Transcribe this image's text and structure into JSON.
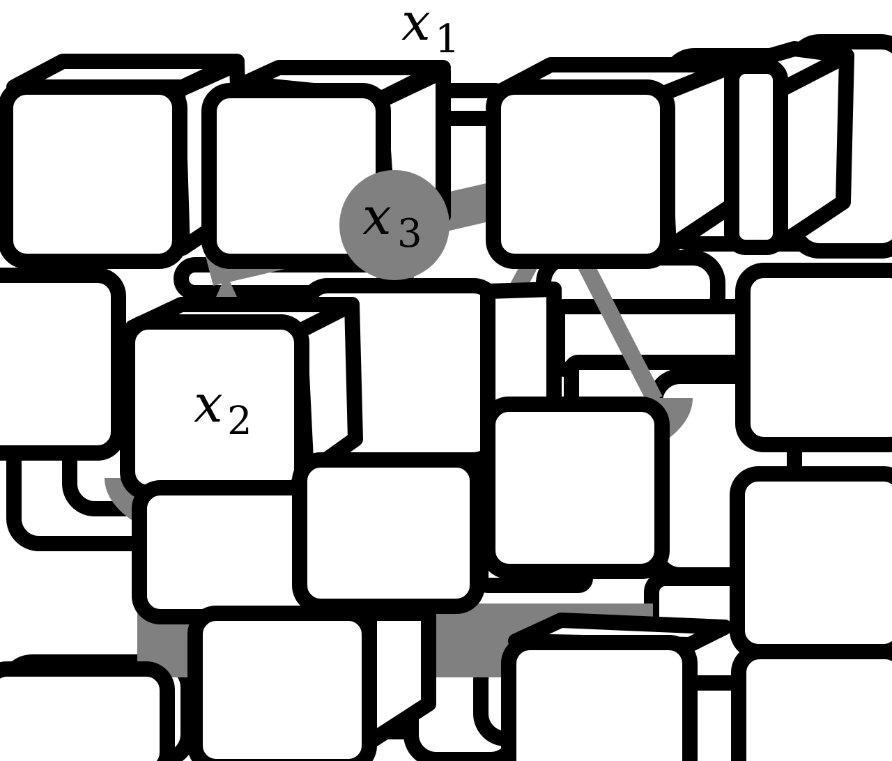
{
  "labels": {
    "x1": {
      "base": "x",
      "sub": "1"
    },
    "x2": {
      "base": "x",
      "sub": "2"
    },
    "x3": {
      "base": "x",
      "sub": "3"
    }
  },
  "colors": {
    "background": "#ffffff",
    "box_stroke": "#000000",
    "box_fill": "#ffffff",
    "scale": "#808080",
    "label_text": "#000000"
  },
  "icons": {
    "background_motif": "balance-scale-icon",
    "foreground_motif": "stacked-boxes-icon"
  }
}
